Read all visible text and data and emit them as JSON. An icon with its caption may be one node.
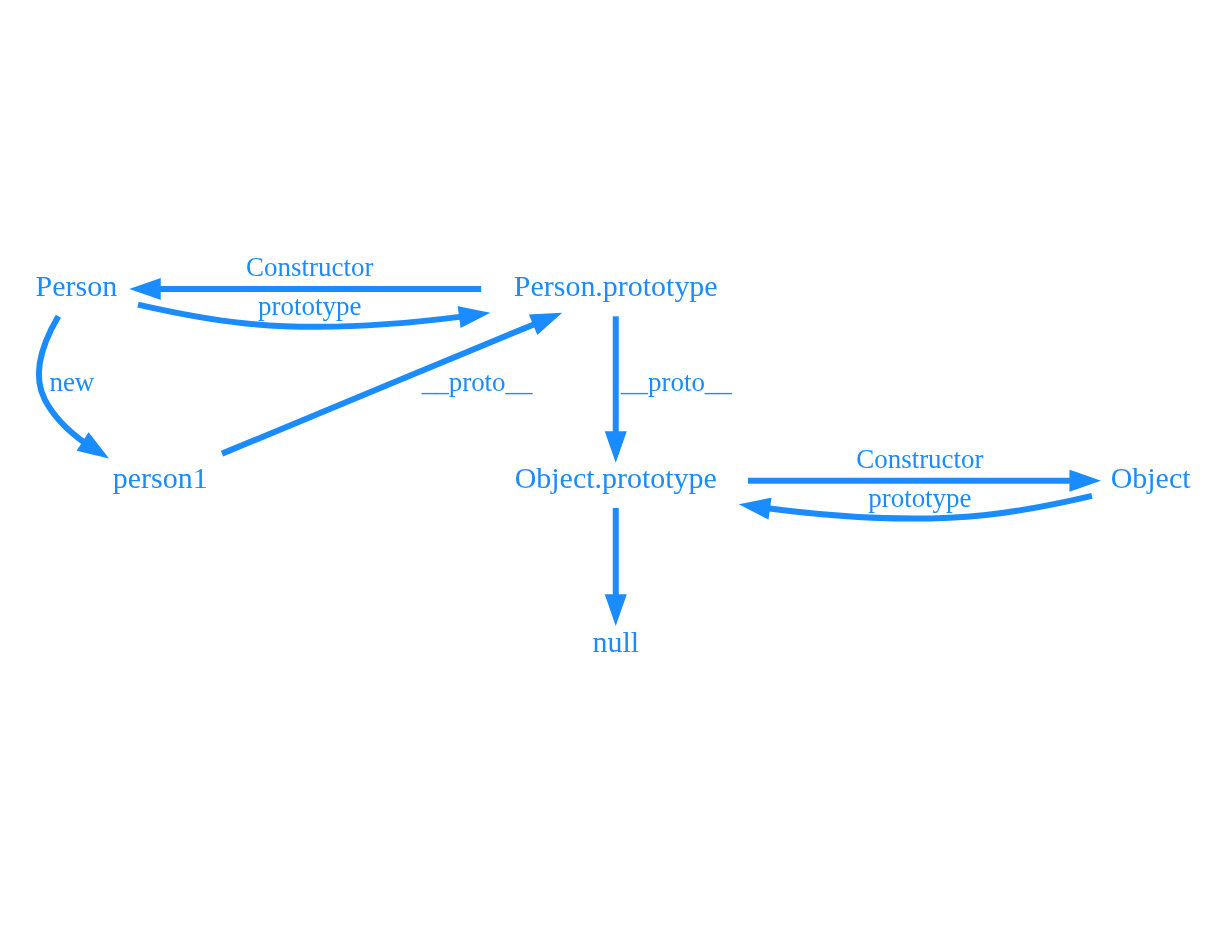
{
  "diagram": {
    "nodes": [
      {
        "text": [
          "Person"
        ]
      },
      {
        "text": [
          "Person.prototype"
        ]
      },
      {
        "text": [
          "person1"
        ]
      },
      {
        "text": [
          "Object"
        ]
      },
      {
        "text": [
          "Object.prototype"
        ]
      },
      {
        "text": [
          "null"
        ]
      }
    ],
    "edges": [
      {
        "from": 0,
        "to": 1,
        "arrow": "to",
        "label": "prototype"
      },
      {
        "from": 1,
        "to": 0,
        "arrow": "to",
        "label": "Constructor"
      },
      {
        "from": 0,
        "to": 2,
        "arrow": "to",
        "label": "new"
      },
      {
        "from": 2,
        "to": 1,
        "arrow": "to",
        "label": "__proto__"
      },
      {
        "from": 1,
        "to": 4,
        "arrow": "to",
        "label": "__proto__"
      },
      {
        "from": 4,
        "to": 3,
        "arrow": "to",
        "label": "Constructor"
      },
      {
        "from": 3,
        "to": 4,
        "arrow": "to",
        "label": "prototype"
      },
      {
        "from": 4,
        "to": 5,
        "arrow": "to"
      }
    ]
  }
}
